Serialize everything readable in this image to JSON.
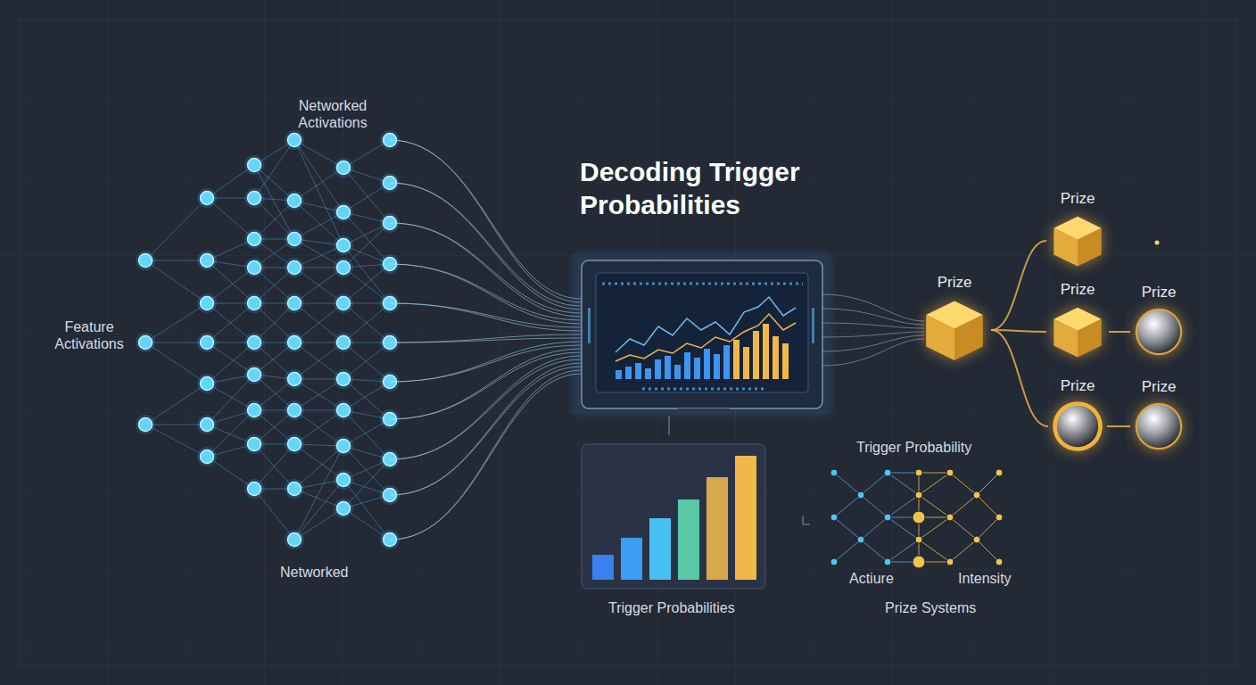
{
  "diagram": {
    "title": "Decoding Trigger Probabilities",
    "nodes": [
      {
        "text": [
          "Prize"
        ]
      },
      {
        "text": [
          "Prize"
        ]
      },
      {
        "text": [
          "Prize"
        ]
      },
      {
        "text": [
          "Prize"
        ]
      },
      {
        "text": [
          "Prize"
        ]
      },
      {
        "text": [
          "Prize"
        ]
      }
    ],
    "edges": [
      {
        "from": 1,
        "to": 0,
        "arrow": "none"
      },
      {
        "from": 1,
        "to": 2,
        "arrow": "none"
      },
      {
        "from": 1,
        "to": 4,
        "arrow": "none"
      },
      {
        "from": 2,
        "to": 3,
        "arrow": "none"
      },
      {
        "from": 4,
        "to": 5,
        "arrow": "none"
      }
    ],
    "labels": [
      "Networked Activations",
      "Feature Activations",
      "Networked",
      "Trigger Probabilities",
      "Trigger Probability",
      "Actiure",
      "Intensity",
      "Prize Systems"
    ]
  }
}
